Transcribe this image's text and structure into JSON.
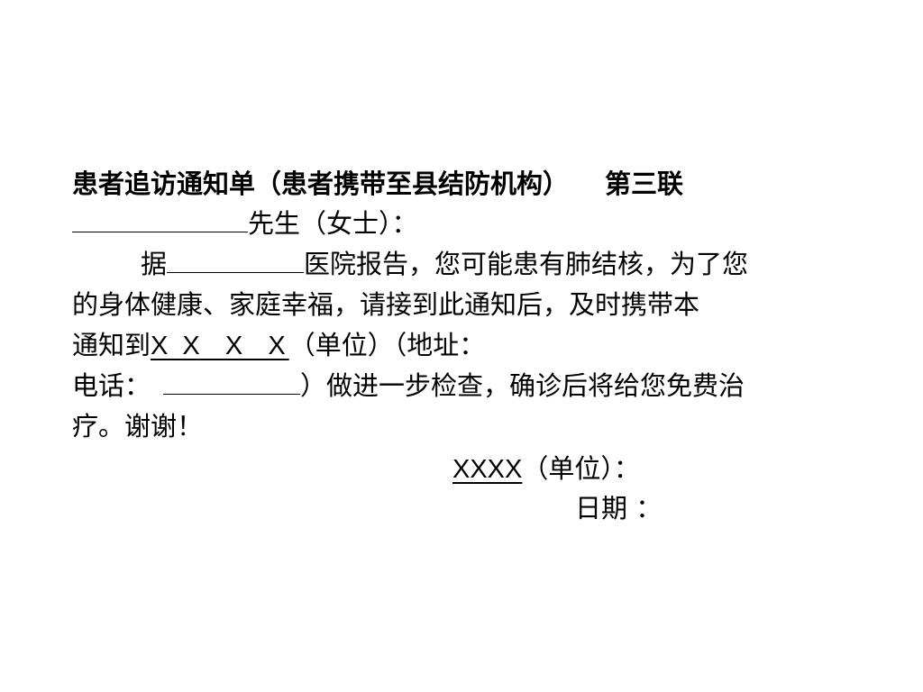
{
  "notice": {
    "title": "患者追访通知单（患者携带至县结防机构）",
    "part": "第三联",
    "salutation_suffix": "先生（女士）：",
    "body_1a": "据",
    "body_1b": "医院报告，您可能患有肺结核，为了您",
    "body_2": "的身体健康、家庭幸福，请接到此通知后，及时携带本",
    "body_3a": "通知到",
    "unit_code": "X X  X  X",
    "body_3b": "（单位）（地址：",
    "body_4a": "电话：",
    "body_4b": "）做进一步检查，确诊后将给您免费治",
    "body_5": "疗。谢谢！",
    "signature_code": "XXXX",
    "signature_suffix": "（单位）：",
    "date_label": "日期 ："
  }
}
